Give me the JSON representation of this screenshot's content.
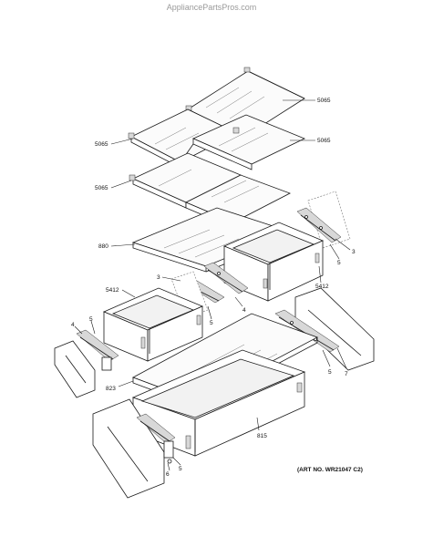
{
  "watermark": "AppliancePartsPros.com",
  "art_number": "(ART NO. WR21047 C2)",
  "callouts": [
    {
      "id": "5065-top",
      "label": "5065"
    },
    {
      "id": "5065-mid-right",
      "label": "5065"
    },
    {
      "id": "5065-mid-left",
      "label": "5065"
    },
    {
      "id": "5065-lower-left",
      "label": "5065"
    },
    {
      "id": "880",
      "label": "880"
    },
    {
      "id": "3-right",
      "label": "3"
    },
    {
      "id": "5-right-upper",
      "label": "5"
    },
    {
      "id": "5412-right",
      "label": "5412"
    },
    {
      "id": "3-left",
      "label": "3"
    },
    {
      "id": "5412-left",
      "label": "5412"
    },
    {
      "id": "4-center",
      "label": "4"
    },
    {
      "id": "5-center",
      "label": "5"
    },
    {
      "id": "4-left",
      "label": "4"
    },
    {
      "id": "5-left",
      "label": "5"
    },
    {
      "id": "823",
      "label": "823"
    },
    {
      "id": "5-right-lower",
      "label": "5"
    },
    {
      "id": "7",
      "label": "7"
    },
    {
      "id": "815",
      "label": "815"
    },
    {
      "id": "5-bottom",
      "label": "5"
    },
    {
      "id": "6",
      "label": "6"
    }
  ]
}
